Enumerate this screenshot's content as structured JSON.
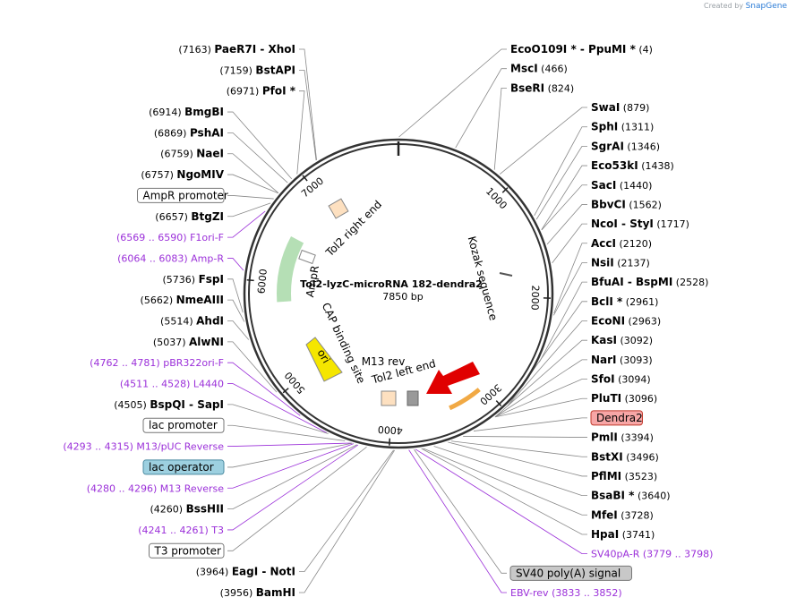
{
  "header": {
    "credit": "Created by",
    "brand": "SnapGene"
  },
  "plasmid": {
    "name": "Tol2-lyzC-microRNA 182-dendra2",
    "size": "7850 bp",
    "length": 7850
  },
  "ticks": [
    {
      "bp": 1000,
      "label": "1000"
    },
    {
      "bp": 2000,
      "label": "2000"
    },
    {
      "bp": 3000,
      "label": "3000"
    },
    {
      "bp": 4000,
      "label": "4000"
    },
    {
      "bp": 5000,
      "label": "5000"
    },
    {
      "bp": 6000,
      "label": "6000"
    },
    {
      "bp": 7000,
      "label": "7000"
    }
  ],
  "sites": [
    {
      "bp": 4,
      "pos": "(4)",
      "name": "EcoO109I *",
      "name2": "PpuMI *",
      "kind": "enzyme",
      "side": "R"
    },
    {
      "bp": 466,
      "pos": "(466)",
      "name": "MscI",
      "kind": "enzyme",
      "side": "R"
    },
    {
      "bp": 824,
      "pos": "(824)",
      "name": "BseRI",
      "kind": "enzyme",
      "side": "R"
    },
    {
      "bp": 879,
      "pos": "(879)",
      "name": "SwaI",
      "kind": "enzyme",
      "side": "R"
    },
    {
      "bp": 1311,
      "pos": "(1311)",
      "name": "SphI",
      "kind": "enzyme",
      "side": "R"
    },
    {
      "bp": 1346,
      "pos": "(1346)",
      "name": "SgrAI",
      "kind": "enzyme",
      "side": "R"
    },
    {
      "bp": 1438,
      "pos": "(1438)",
      "name": "Eco53kI",
      "kind": "enzyme",
      "side": "R"
    },
    {
      "bp": 1440,
      "pos": "(1440)",
      "name": "SacI",
      "kind": "enzyme",
      "side": "R"
    },
    {
      "bp": 1562,
      "pos": "(1562)",
      "name": "BbvCI",
      "kind": "enzyme",
      "side": "R"
    },
    {
      "bp": 1717,
      "pos": "(1717)",
      "name": "NcoI",
      "name2": "StyI",
      "kind": "enzyme",
      "side": "R"
    },
    {
      "bp": 2120,
      "pos": "(2120)",
      "name": "AccI",
      "kind": "enzyme",
      "side": "R"
    },
    {
      "bp": 2137,
      "pos": "(2137)",
      "name": "NsiI",
      "kind": "enzyme",
      "side": "R"
    },
    {
      "bp": 2528,
      "pos": "(2528)",
      "name": "BfuAI",
      "name2": "BspMI",
      "kind": "enzyme",
      "side": "R"
    },
    {
      "bp": 2961,
      "pos": "(2961)",
      "name": "BclI *",
      "kind": "enzyme",
      "side": "R"
    },
    {
      "bp": 2963,
      "pos": "(2963)",
      "name": "EcoNI",
      "kind": "enzyme",
      "side": "R"
    },
    {
      "bp": 3092,
      "pos": "(3092)",
      "name": "KasI",
      "kind": "enzyme",
      "side": "R"
    },
    {
      "bp": 3093,
      "pos": "(3093)",
      "name": "NarI",
      "kind": "enzyme",
      "side": "R"
    },
    {
      "bp": 3094,
      "pos": "(3094)",
      "name": "SfoI",
      "kind": "enzyme",
      "side": "R"
    },
    {
      "bp": 3096,
      "pos": "(3096)",
      "name": "PluTI",
      "kind": "enzyme",
      "side": "R"
    },
    {
      "bp": 3300,
      "name": "Dendra2",
      "kind": "feature",
      "side": "R",
      "fill": "#f7a6a6",
      "stroke": "#c0392b"
    },
    {
      "bp": 3394,
      "pos": "(3394)",
      "name": "PmlI",
      "kind": "enzyme",
      "side": "R"
    },
    {
      "bp": 3496,
      "pos": "(3496)",
      "name": "BstXI",
      "kind": "enzyme",
      "side": "R"
    },
    {
      "bp": 3523,
      "pos": "(3523)",
      "name": "PflMI",
      "kind": "enzyme",
      "side": "R"
    },
    {
      "bp": 3640,
      "pos": "(3640)",
      "name": "BsaBI *",
      "kind": "enzyme",
      "side": "R"
    },
    {
      "bp": 3728,
      "pos": "(3728)",
      "name": "MfeI",
      "kind": "enzyme",
      "side": "R"
    },
    {
      "bp": 3741,
      "pos": "(3741)",
      "name": "HpaI",
      "kind": "enzyme",
      "side": "R"
    },
    {
      "bp": 3788,
      "pos": "(3779 .. 3798)",
      "name": "SV40pA-R",
      "kind": "primer",
      "side": "R"
    },
    {
      "bp": 3800,
      "name": "SV40 poly(A) signal",
      "kind": "feature",
      "side": "R",
      "fill": "#c8c8c8",
      "stroke": "#777777"
    },
    {
      "bp": 3842,
      "pos": "(3833 .. 3852)",
      "name": "EBV-rev",
      "kind": "primer",
      "side": "R"
    },
    {
      "bp": 3956,
      "pos": "(3956)",
      "name": "BamHI",
      "kind": "enzyme",
      "side": "L"
    },
    {
      "bp": 3964,
      "pos": "(3964)",
      "name": "EagI",
      "name2": "NotI",
      "kind": "enzyme",
      "side": "L"
    },
    {
      "bp": 4180,
      "name": "T3 promoter",
      "kind": "feature",
      "side": "L",
      "fill": "#ffffff",
      "stroke": "#777777"
    },
    {
      "bp": 4260,
      "pos": "(4260)",
      "name": "BssHII",
      "kind": "enzyme",
      "side": "L"
    },
    {
      "bp": 4251,
      "pos": "(4241 .. 4261)",
      "name": "T3",
      "kind": "primer",
      "side": "L"
    },
    {
      "bp": 4288,
      "pos": "(4280 .. 4296)",
      "name": "M13 Reverse",
      "kind": "primer",
      "side": "L"
    },
    {
      "bp": 4300,
      "name": "lac operator",
      "kind": "feature",
      "side": "L",
      "fill": "#9dd0e0",
      "stroke": "#4a8aa0"
    },
    {
      "bp": 4304,
      "pos": "(4293 .. 4315)",
      "name": "M13/pUC Reverse",
      "kind": "primer",
      "side": "L"
    },
    {
      "bp": 4360,
      "name": "lac promoter",
      "kind": "feature",
      "side": "L",
      "fill": "#ffffff",
      "stroke": "#777777"
    },
    {
      "bp": 4505,
      "pos": "(4505)",
      "name": "BspQI",
      "name2": "SapI",
      "kind": "enzyme",
      "side": "L"
    },
    {
      "bp": 4520,
      "pos": "(4511 .. 4528)",
      "name": "L4440",
      "kind": "primer",
      "side": "L"
    },
    {
      "bp": 4772,
      "pos": "(4762 .. 4781)",
      "name": "pBR322ori-F",
      "kind": "primer",
      "side": "L"
    },
    {
      "bp": 5037,
      "pos": "(5037)",
      "name": "AlwNI",
      "kind": "enzyme",
      "side": "L"
    },
    {
      "bp": 5514,
      "pos": "(5514)",
      "name": "AhdI",
      "kind": "enzyme",
      "side": "L"
    },
    {
      "bp": 5662,
      "pos": "(5662)",
      "name": "NmeAIII",
      "kind": "enzyme",
      "side": "L"
    },
    {
      "bp": 5736,
      "pos": "(5736)",
      "name": "FspI",
      "kind": "enzyme",
      "side": "L"
    },
    {
      "bp": 6073,
      "pos": "(6064 .. 6083)",
      "name": "Amp-R",
      "kind": "primer",
      "side": "L"
    },
    {
      "bp": 6700,
      "name": "AmpR promoter",
      "kind": "feature",
      "side": "L",
      "fill": "#ffffff",
      "stroke": "#777777"
    },
    {
      "bp": 6580,
      "pos": "(6569 .. 6590)",
      "name": "F1ori-F",
      "kind": "primer",
      "side": "L"
    },
    {
      "bp": 6657,
      "pos": "(6657)",
      "name": "BtgZI",
      "kind": "enzyme",
      "side": "L"
    },
    {
      "bp": 6757,
      "pos": "(6757)",
      "name": "NgoMIV",
      "kind": "enzyme",
      "side": "L"
    },
    {
      "bp": 6759,
      "pos": "(6759)",
      "name": "NaeI",
      "kind": "enzyme",
      "side": "L"
    },
    {
      "bp": 6869,
      "pos": "(6869)",
      "name": "PshAI",
      "kind": "enzyme",
      "side": "L"
    },
    {
      "bp": 6914,
      "pos": "(6914)",
      "name": "BmgBI",
      "kind": "enzyme",
      "side": "L"
    },
    {
      "bp": 6971,
      "pos": "(6971)",
      "name": "PfoI *",
      "kind": "enzyme",
      "side": "L"
    },
    {
      "bp": 7159,
      "pos": "(7159)",
      "name": "BstAPI",
      "kind": "enzyme",
      "side": "L"
    },
    {
      "bp": 7163,
      "pos": "(7163)",
      "name": "PaeR7I",
      "name2": "XhoI",
      "kind": "enzyme",
      "side": "L"
    }
  ],
  "inner_labels": [
    {
      "text": "Tol2 right end",
      "bp": 7700
    },
    {
      "text": "Kozak sequence",
      "bp": 1750
    },
    {
      "text": "AmpR",
      "bp": 6150
    },
    {
      "text": "CAP binding site",
      "bp": 5450
    },
    {
      "text": "ori",
      "bp": 5150
    },
    {
      "text": "M13 rev",
      "bp": 4400
    },
    {
      "text": "Tol2 left end",
      "bp": 4100
    }
  ],
  "arcs": [
    {
      "name": "Dendra2",
      "from": 3400,
      "to": 3050,
      "color": "#f0a030"
    },
    {
      "name": "AmpR",
      "from": 6500,
      "to": 5800,
      "color": "#5cb85c"
    }
  ],
  "colors": {
    "primer": "#9b30d9",
    "enzyme": "#000000",
    "ring": "#333333"
  }
}
